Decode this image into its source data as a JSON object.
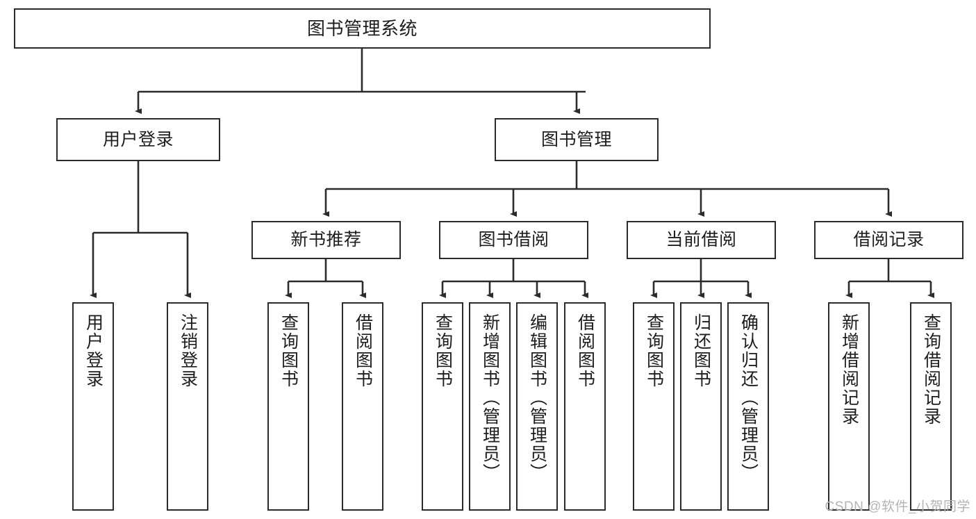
{
  "diagram": {
    "title": "图书管理系统",
    "type": "hierarchy-tree",
    "watermark": "CSDN @软件_小贺同学",
    "colors": {
      "box_border": "#2b2b2b",
      "box_fill": "#ffffff",
      "connector": "#2b2b2b",
      "text": "#1d1d1d",
      "watermark": "#b4b4b4",
      "background": "#ffffff"
    },
    "root": {
      "label": "图书管理系统"
    },
    "level2": [
      {
        "label": "用户登录"
      },
      {
        "label": "图书管理"
      }
    ],
    "level3": [
      {
        "label": "新书推荐"
      },
      {
        "label": "图书借阅"
      },
      {
        "label": "当前借阅"
      },
      {
        "label": "借阅记录"
      }
    ],
    "leaves": {
      "user_login": [
        {
          "label": "用户登录"
        },
        {
          "label": "注销登录"
        }
      ],
      "new_book_recommend": [
        {
          "label": "查询图书"
        },
        {
          "label": "借阅图书"
        }
      ],
      "book_borrow": [
        {
          "label": "查询图书"
        },
        {
          "label": "新增图书（管理员）"
        },
        {
          "label": "编辑图书（管理员）"
        },
        {
          "label": "借阅图书"
        }
      ],
      "current_borrow": [
        {
          "label": "查询图书"
        },
        {
          "label": "归还图书"
        },
        {
          "label": "确认归还（管理员）"
        }
      ],
      "borrow_record": [
        {
          "label": "新增借阅记录"
        },
        {
          "label": "查询借阅记录"
        }
      ]
    }
  }
}
